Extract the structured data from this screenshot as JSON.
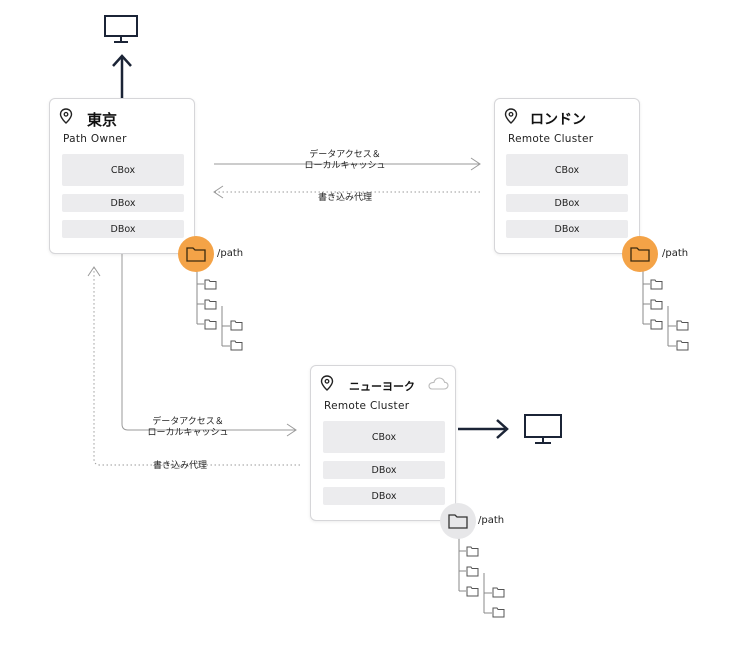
{
  "tokyo": {
    "title": "東京",
    "subtitle": "Path Owner",
    "boxes": [
      "CBox",
      "DBox",
      "DBox"
    ],
    "path_label": "/path"
  },
  "london": {
    "title": "ロンドン",
    "subtitle": "Remote Cluster",
    "boxes": [
      "CBox",
      "DBox",
      "DBox"
    ],
    "path_label": "/path"
  },
  "newyork": {
    "title": "ニューヨーク",
    "subtitle": "Remote Cluster",
    "boxes": [
      "CBox",
      "DBox",
      "DBox"
    ],
    "path_label": "/path"
  },
  "links": {
    "top_access_line1": "データアクセス＆",
    "top_access_line2": "ローカルキャッシュ",
    "top_write": "書き込み代理",
    "bottom_access_line1": "データアクセス＆",
    "bottom_access_line2": "ローカルキャッシュ",
    "bottom_write": "書き込み代理"
  },
  "colors": {
    "accent_orange": "#f4a347",
    "folder_stroke": "#555555",
    "arrow_dark": "#1b2436",
    "line_gray": "#9a9a9a"
  },
  "icons": [
    "monitor-icon",
    "location-pin-icon",
    "folder-icon",
    "cloud-icon"
  ]
}
